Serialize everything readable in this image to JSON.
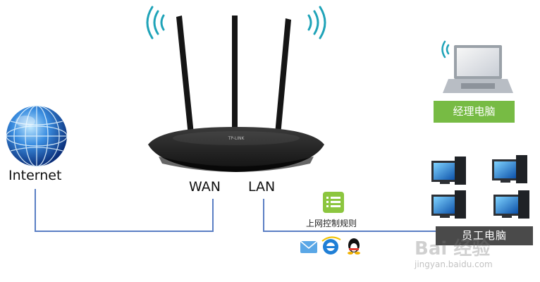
{
  "labels": {
    "internet": "Internet",
    "wan": "WAN",
    "lan": "LAN",
    "manager_pc": "经理电脑",
    "staff_pc": "员工电脑",
    "access_rules": "上网控制规则",
    "router_brand": "TP-LINK"
  },
  "watermark": {
    "main": "Bai 经验",
    "sub": "jingyan.baidu.com"
  },
  "icons": [
    "globe-icon",
    "router-icon",
    "wifi-signal-icon",
    "laptop-icon",
    "desktop-pc-icon",
    "rules-list-icon",
    "email-icon",
    "ie-browser-icon",
    "qq-icon"
  ],
  "colors": {
    "accent_green": "#77bb44",
    "link_line": "#5b7fc4",
    "wifi_teal": "#1fa3b8",
    "staff_box": "#4a4a4a"
  }
}
